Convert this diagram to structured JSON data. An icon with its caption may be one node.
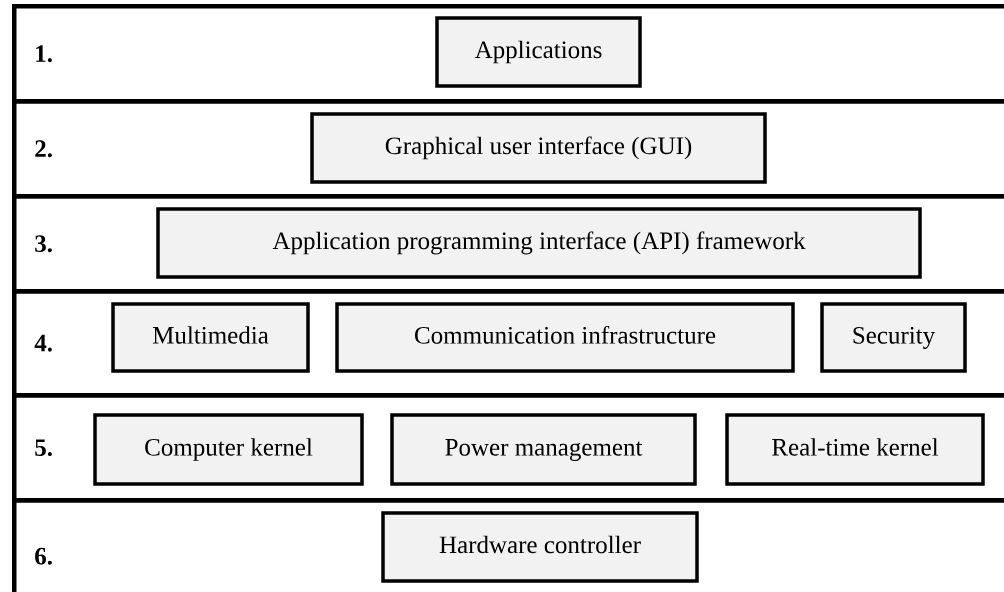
{
  "diagram": {
    "nodes": [
      {
        "text": [
          "1."
        ]
      },
      {
        "text": [
          "Applications"
        ],
        "in": 0
      },
      {
        "text": [
          "2."
        ]
      },
      {
        "text": [
          "Graphical user interface (GUI)"
        ],
        "in": 2
      },
      {
        "text": [
          "3."
        ]
      },
      {
        "text": [
          "Application programming interface (API) framework"
        ],
        "in": 4
      },
      {
        "text": [
          "4."
        ]
      },
      {
        "text": [
          "Multimedia"
        ],
        "in": 6
      },
      {
        "text": [
          "Communication infrastructure"
        ],
        "in": 6
      },
      {
        "text": [
          "Security"
        ],
        "in": 6
      },
      {
        "text": [
          "5."
        ]
      },
      {
        "text": [
          "Computer kernel"
        ],
        "in": 10
      },
      {
        "text": [
          "Power management"
        ],
        "in": 10
      },
      {
        "text": [
          "Real-time kernel"
        ],
        "in": 10
      },
      {
        "text": [
          "6."
        ]
      },
      {
        "text": [
          "Hardware controller"
        ],
        "in": 14
      }
    ]
  }
}
